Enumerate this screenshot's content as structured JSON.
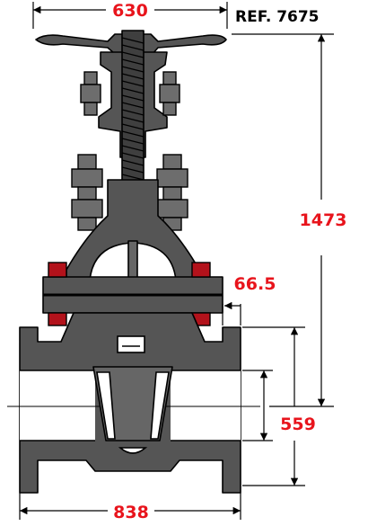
{
  "reference": "REF. 7675",
  "dimensions": {
    "handwheel_width": "630",
    "overall_height": "1473",
    "flange_thickness": "66.5",
    "centre_height": "559",
    "face_to_face": "838"
  },
  "colors": {
    "dimension_text": "#e8141c",
    "body": "#555555",
    "bolt_highlight": "#b3121b"
  }
}
